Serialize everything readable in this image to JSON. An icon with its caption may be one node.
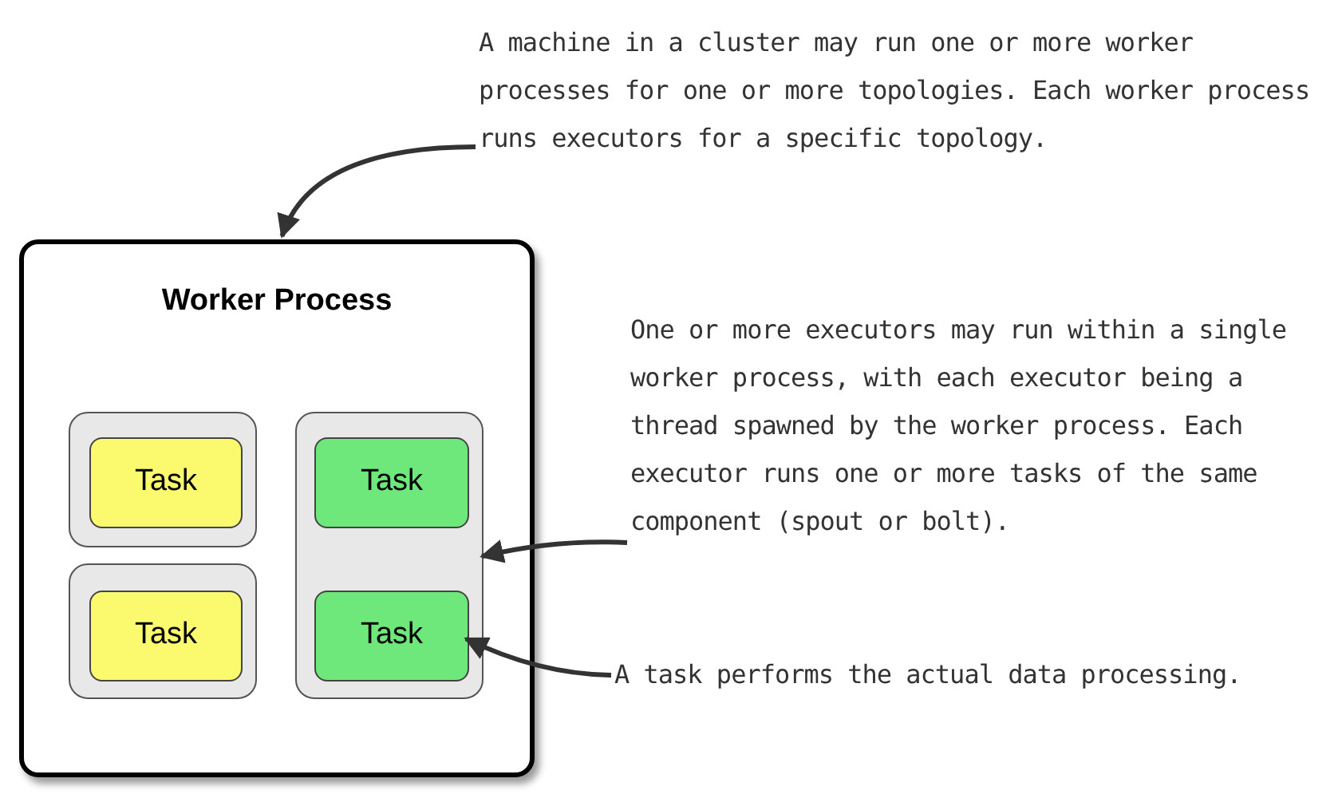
{
  "diagram": {
    "nodes": [
      {
        "text": [
          "Worker Process"
        ]
      },
      {
        "text": [],
        "shape": "box",
        "in": 0
      },
      {
        "text": [
          "Task"
        ],
        "in": 1
      },
      {
        "text": [],
        "shape": "box",
        "in": 0
      },
      {
        "text": [
          "Task"
        ],
        "in": 3
      },
      {
        "text": [],
        "shape": "box",
        "in": 0
      },
      {
        "text": [
          "Task"
        ],
        "in": 5
      },
      {
        "text": [
          "Task"
        ],
        "in": 5
      },
      {
        "text": [
          "A machine in a cluster may run one or more worker processes for one or more topologies. Each worker process runs executors for a specific topology."
        ]
      },
      {
        "text": [
          "One or more executors may run within a single worker process, with each executor being a thread spawned by the worker process. Each executor runs one or more tasks of the same component (spout or bolt)."
        ]
      },
      {
        "text": [
          "A task performs the actual data processing."
        ]
      }
    ],
    "edges": [
      {
        "from": 8,
        "to": 0,
        "arrow": "to"
      },
      {
        "from": 9,
        "to": 5,
        "arrow": "to"
      },
      {
        "from": 10,
        "to": 7,
        "arrow": "to"
      }
    ]
  }
}
